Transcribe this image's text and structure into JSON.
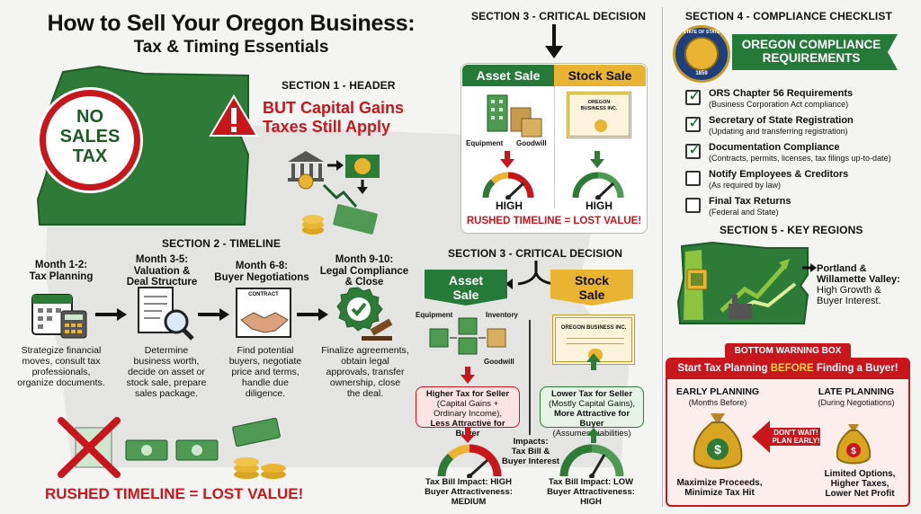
{
  "title": {
    "line1": "How to Sell Your Oregon Business:",
    "line2": "Tax & Timing Essentials"
  },
  "section1": {
    "label": "SECTION 1 - HEADER",
    "no_sales_tax": [
      "NO",
      "SALES",
      "TAX"
    ],
    "warning_line1": "BUT Capital Gains",
    "warning_line2": "Taxes Still Apply"
  },
  "section2": {
    "label": "SECTION 2 - TIMELINE",
    "steps": [
      {
        "title": [
          "Month 1-2:",
          "Tax Planning"
        ],
        "desc": [
          "Strategize financial",
          "moves, consult tax",
          "professionals,",
          "organize documents."
        ]
      },
      {
        "title": [
          "Month 3-5:",
          "Valuation &",
          "Deal Structure"
        ],
        "desc": [
          "Determine",
          "business worth,",
          "decide on asset or",
          "stock sale, prepare",
          "sales package."
        ]
      },
      {
        "title": [
          "Month 6-8:",
          "Buyer Negotiations"
        ],
        "desc": [
          "Find potential",
          "buyers, negotiate",
          "price and terms,",
          "handle due",
          "diligence."
        ]
      },
      {
        "title": [
          "Month 9-10:",
          "Legal Compliance",
          "& Close"
        ],
        "desc": [
          "Finalize agreements,",
          "obtain legal",
          "approvals, transfer",
          "ownership, close",
          "the deal."
        ]
      }
    ],
    "contract_label": "CONTRACT",
    "rushed": "RUSHED TIMELINE = LOST VALUE!"
  },
  "section3_top": {
    "label": "SECTION 3 - CRITICAL DECISION",
    "asset": "Asset Sale",
    "stock": "Stock Sale",
    "equipment": "Equipment",
    "goodwill": "Goodwill",
    "certificate": [
      "OREGON",
      "BUSINESS INC."
    ],
    "asset_gauge": "HIGH",
    "stock_gauge": "HIGH",
    "rushed": "RUSHED TIMELINE = LOST VALUE!"
  },
  "section3_bottom": {
    "label": "SECTION 3 - CRITICAL DECISION",
    "asset": [
      "Asset",
      "Sale"
    ],
    "stock": [
      "Stock",
      "Sale"
    ],
    "equipment": "Equipment",
    "inventory": "Inventory",
    "goodwill": "Goodwill",
    "certificate": "OREGON BUSINESS INC.",
    "asset_info": [
      "Higher Tax for Seller",
      "(Capital Gains +",
      "Ordinary Income),",
      "Less Attractive for Buyer"
    ],
    "stock_info": [
      "Lower Tax for Seller",
      "(Mostly Capital Gains),",
      "More Attractive for Buyer",
      "(Assumes Liabilities)"
    ],
    "impacts": [
      "Impacts:",
      "Tax Bill &",
      "Buyer Interest"
    ],
    "asset_result": [
      "Tax Bill Impact: HIGH",
      "Buyer Attractiveness:",
      "MEDIUM"
    ],
    "stock_result": [
      "Tax Bill Impact: LOW",
      "Buyer Attractiveness:",
      "HIGH"
    ]
  },
  "section4": {
    "label": "SECTION 4 - COMPLIANCE CHECKLIST",
    "seal_text": [
      "STATE OF STATE",
      "1859"
    ],
    "banner": [
      "OREGON COMPLIANCE",
      "REQUIREMENTS"
    ],
    "items": [
      {
        "title": "ORS Chapter 56 Requirements",
        "sub": "(Business Corporation Act compliance)",
        "checked": true
      },
      {
        "title": "Secretary of State Registration",
        "sub": "(Updating and transferring registration)",
        "checked": true
      },
      {
        "title": "Documentation Compliance",
        "sub": "(Contracts, permits, licenses, tax filings up-to-date)",
        "checked": true
      },
      {
        "title": "Notify Employees & Creditors",
        "sub": "(As required by law)",
        "checked": false
      },
      {
        "title": "Final Tax Returns",
        "sub": "(Federal and State)",
        "checked": false
      }
    ]
  },
  "section5": {
    "label": "SECTION 5 - KEY REGIONS",
    "region": [
      "Portland &",
      "Willamette Valley:",
      "High Growth &",
      "Buyer Interest."
    ]
  },
  "warning_box": {
    "tag": "BOTTOM WARNING BOX",
    "headline_pre": "Start Tax Planning ",
    "headline_em": "BEFORE",
    "headline_post": " Finding a Buyer!",
    "early_title": "EARLY PLANNING",
    "early_sub": "(Months Before)",
    "late_title": "LATE PLANNING",
    "late_sub": "(During Negotiations)",
    "arrow_text": [
      "DON'T WAIT!",
      "PLAN EARLY!"
    ],
    "early_result": [
      "Maximize Proceeds,",
      "Minimize Tax Hit"
    ],
    "late_result": [
      "Limited Options,",
      "Higher Taxes,",
      "Lower Net Profit"
    ]
  },
  "colors": {
    "green": "#257a3a",
    "gold": "#e9b431",
    "red": "#c8161d",
    "navy": "#1f3f7a"
  }
}
